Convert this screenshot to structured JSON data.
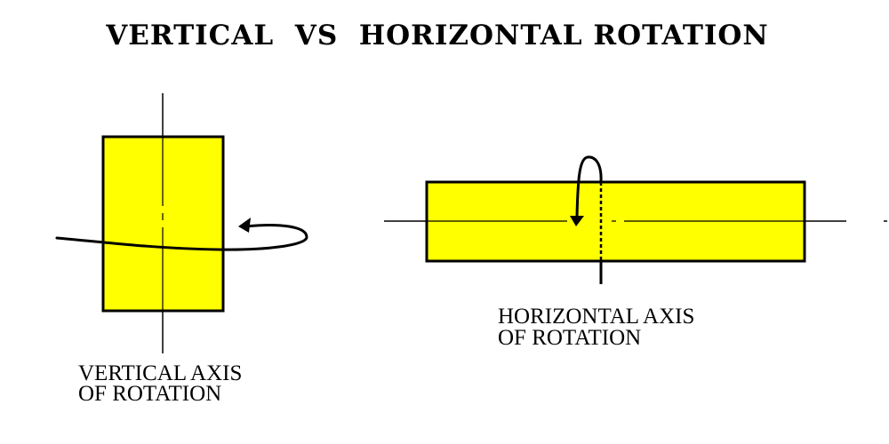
{
  "title": "VERTICAL  VS  HORIZONTAL ROTATION",
  "left_panel": {
    "label_line1": "VERTICAL AXIS",
    "label_line2": "OF ROTATION"
  },
  "right_panel": {
    "label_line1": "HORIZONTAL AXIS",
    "label_line2": "OF ROTATION"
  },
  "colors": {
    "rect_fill": "#ffff00",
    "stroke": "#000000",
    "background": "#ffffff"
  }
}
